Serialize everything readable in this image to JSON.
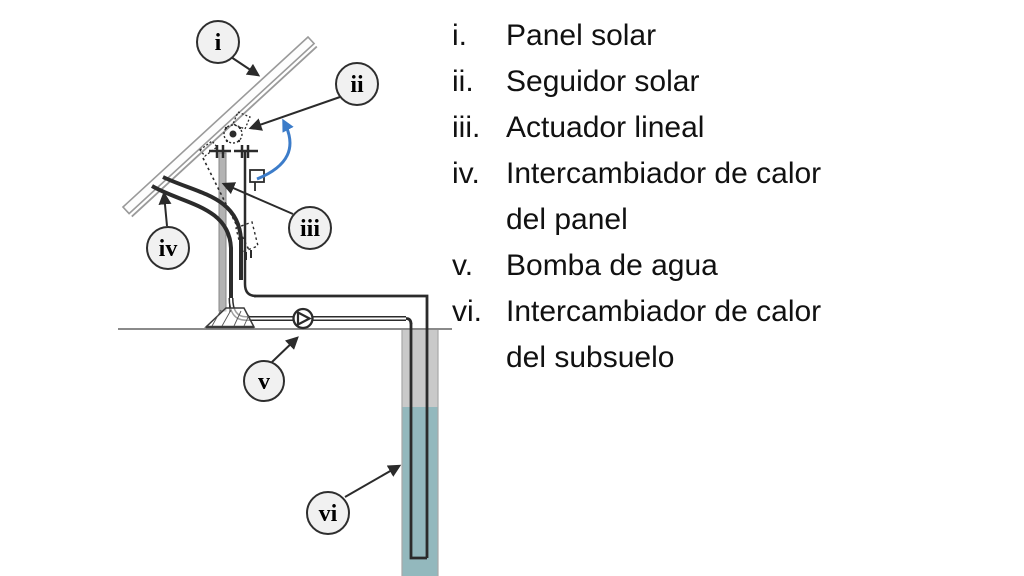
{
  "legend": {
    "items": [
      {
        "numeral": "i.",
        "lines": [
          "Panel solar"
        ]
      },
      {
        "numeral": "ii.",
        "lines": [
          "Seguidor solar"
        ]
      },
      {
        "numeral": "iii.",
        "lines": [
          "Actuador lineal"
        ]
      },
      {
        "numeral": "iv.",
        "lines": [
          "Intercambiador de calor",
          "del panel"
        ]
      },
      {
        "numeral": "v.",
        "lines": [
          "Bomba de agua"
        ]
      },
      {
        "numeral": "vi.",
        "lines": [
          "Intercambiador de calor",
          "del subsuelo"
        ]
      }
    ]
  },
  "diagram": {
    "labels": [
      "i",
      "ii",
      "iii",
      "iv",
      "v",
      "vi"
    ],
    "colors": {
      "line": "#2b2b2b",
      "panel_outline": "#9a9a9a",
      "rotation_arrow": "#3c7cc9",
      "borehole_soil": "#c9c9c9",
      "borehole_water": "#93b8bd",
      "pole": "#b3b3b3",
      "label_fill": "#f1f1f1",
      "ground": "#8a8a8a"
    }
  }
}
